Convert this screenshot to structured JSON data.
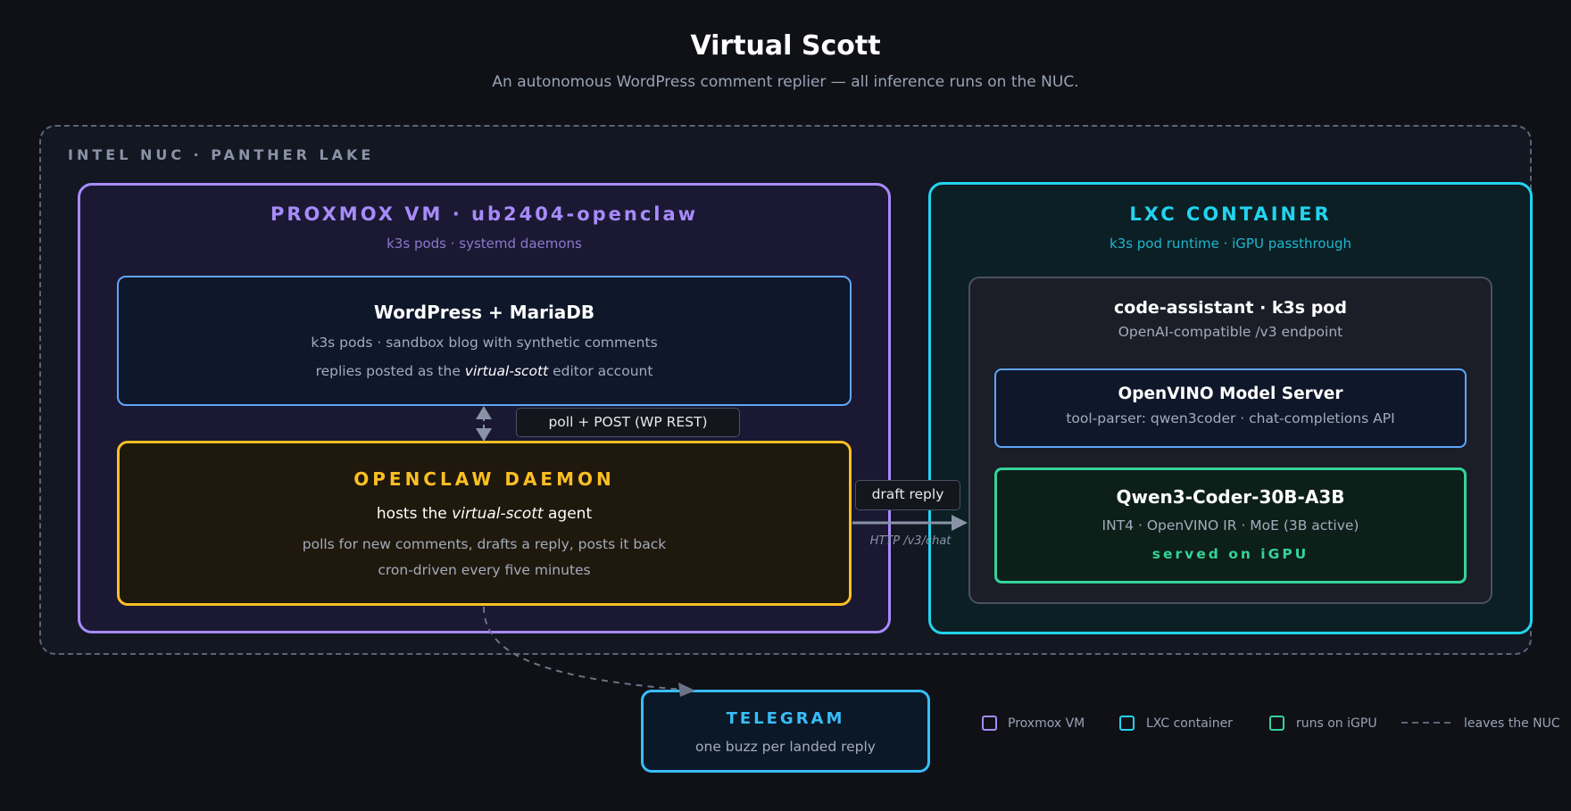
{
  "title": "Virtual Scott",
  "subtitle": "An autonomous WordPress comment replier — all inference runs on the NUC.",
  "nuc": {
    "label": "INTEL NUC · PANTHER LAKE"
  },
  "vm": {
    "title": "PROXMOX VM · ub2404-openclaw",
    "subtitle": "k3s pods · systemd daemons",
    "wordpress": {
      "title": "WordPress + MariaDB",
      "line1": "k3s pods · sandbox blog with synthetic comments",
      "line2_pre": "replies posted as the",
      "line2_em": "virtual-scott",
      "line2_post": "editor account"
    },
    "poll_label": "poll + POST (WP REST)",
    "openclaw": {
      "title": "OPENCLAW DAEMON",
      "line1_pre": "hosts the",
      "line1_em": "virtual-scott",
      "line1_post": "agent",
      "line2": "polls for new comments, drafts a reply, posts it back",
      "line3": "cron-driven every five minutes"
    }
  },
  "edge": {
    "draft_label": "draft reply",
    "http_label": "HTTP /v3/chat"
  },
  "lxc": {
    "title": "LXC CONTAINER",
    "subtitle": "k3s pod runtime · iGPU passthrough",
    "pod": {
      "title": "code-assistant · k3s pod",
      "subtitle": "OpenAI-compatible /v3 endpoint",
      "ovms": {
        "title": "OpenVINO Model Server",
        "subtitle": "tool-parser: qwen3coder · chat-completions API"
      },
      "model": {
        "title": "Qwen3-Coder-30B-A3B",
        "subtitle": "INT4 · OpenVINO IR · MoE (3B active)",
        "badge": "served on iGPU"
      }
    }
  },
  "telegram": {
    "title": "TELEGRAM",
    "subtitle": "one buzz per landed reply"
  },
  "legend": [
    {
      "label": "Proxmox VM",
      "color": "#a78bfa"
    },
    {
      "label": "LXC container",
      "color": "#22d3ee"
    },
    {
      "label": "runs on iGPU",
      "color": "#34d399"
    },
    {
      "label": "leaves the NUC",
      "color": "#5b6478"
    }
  ]
}
